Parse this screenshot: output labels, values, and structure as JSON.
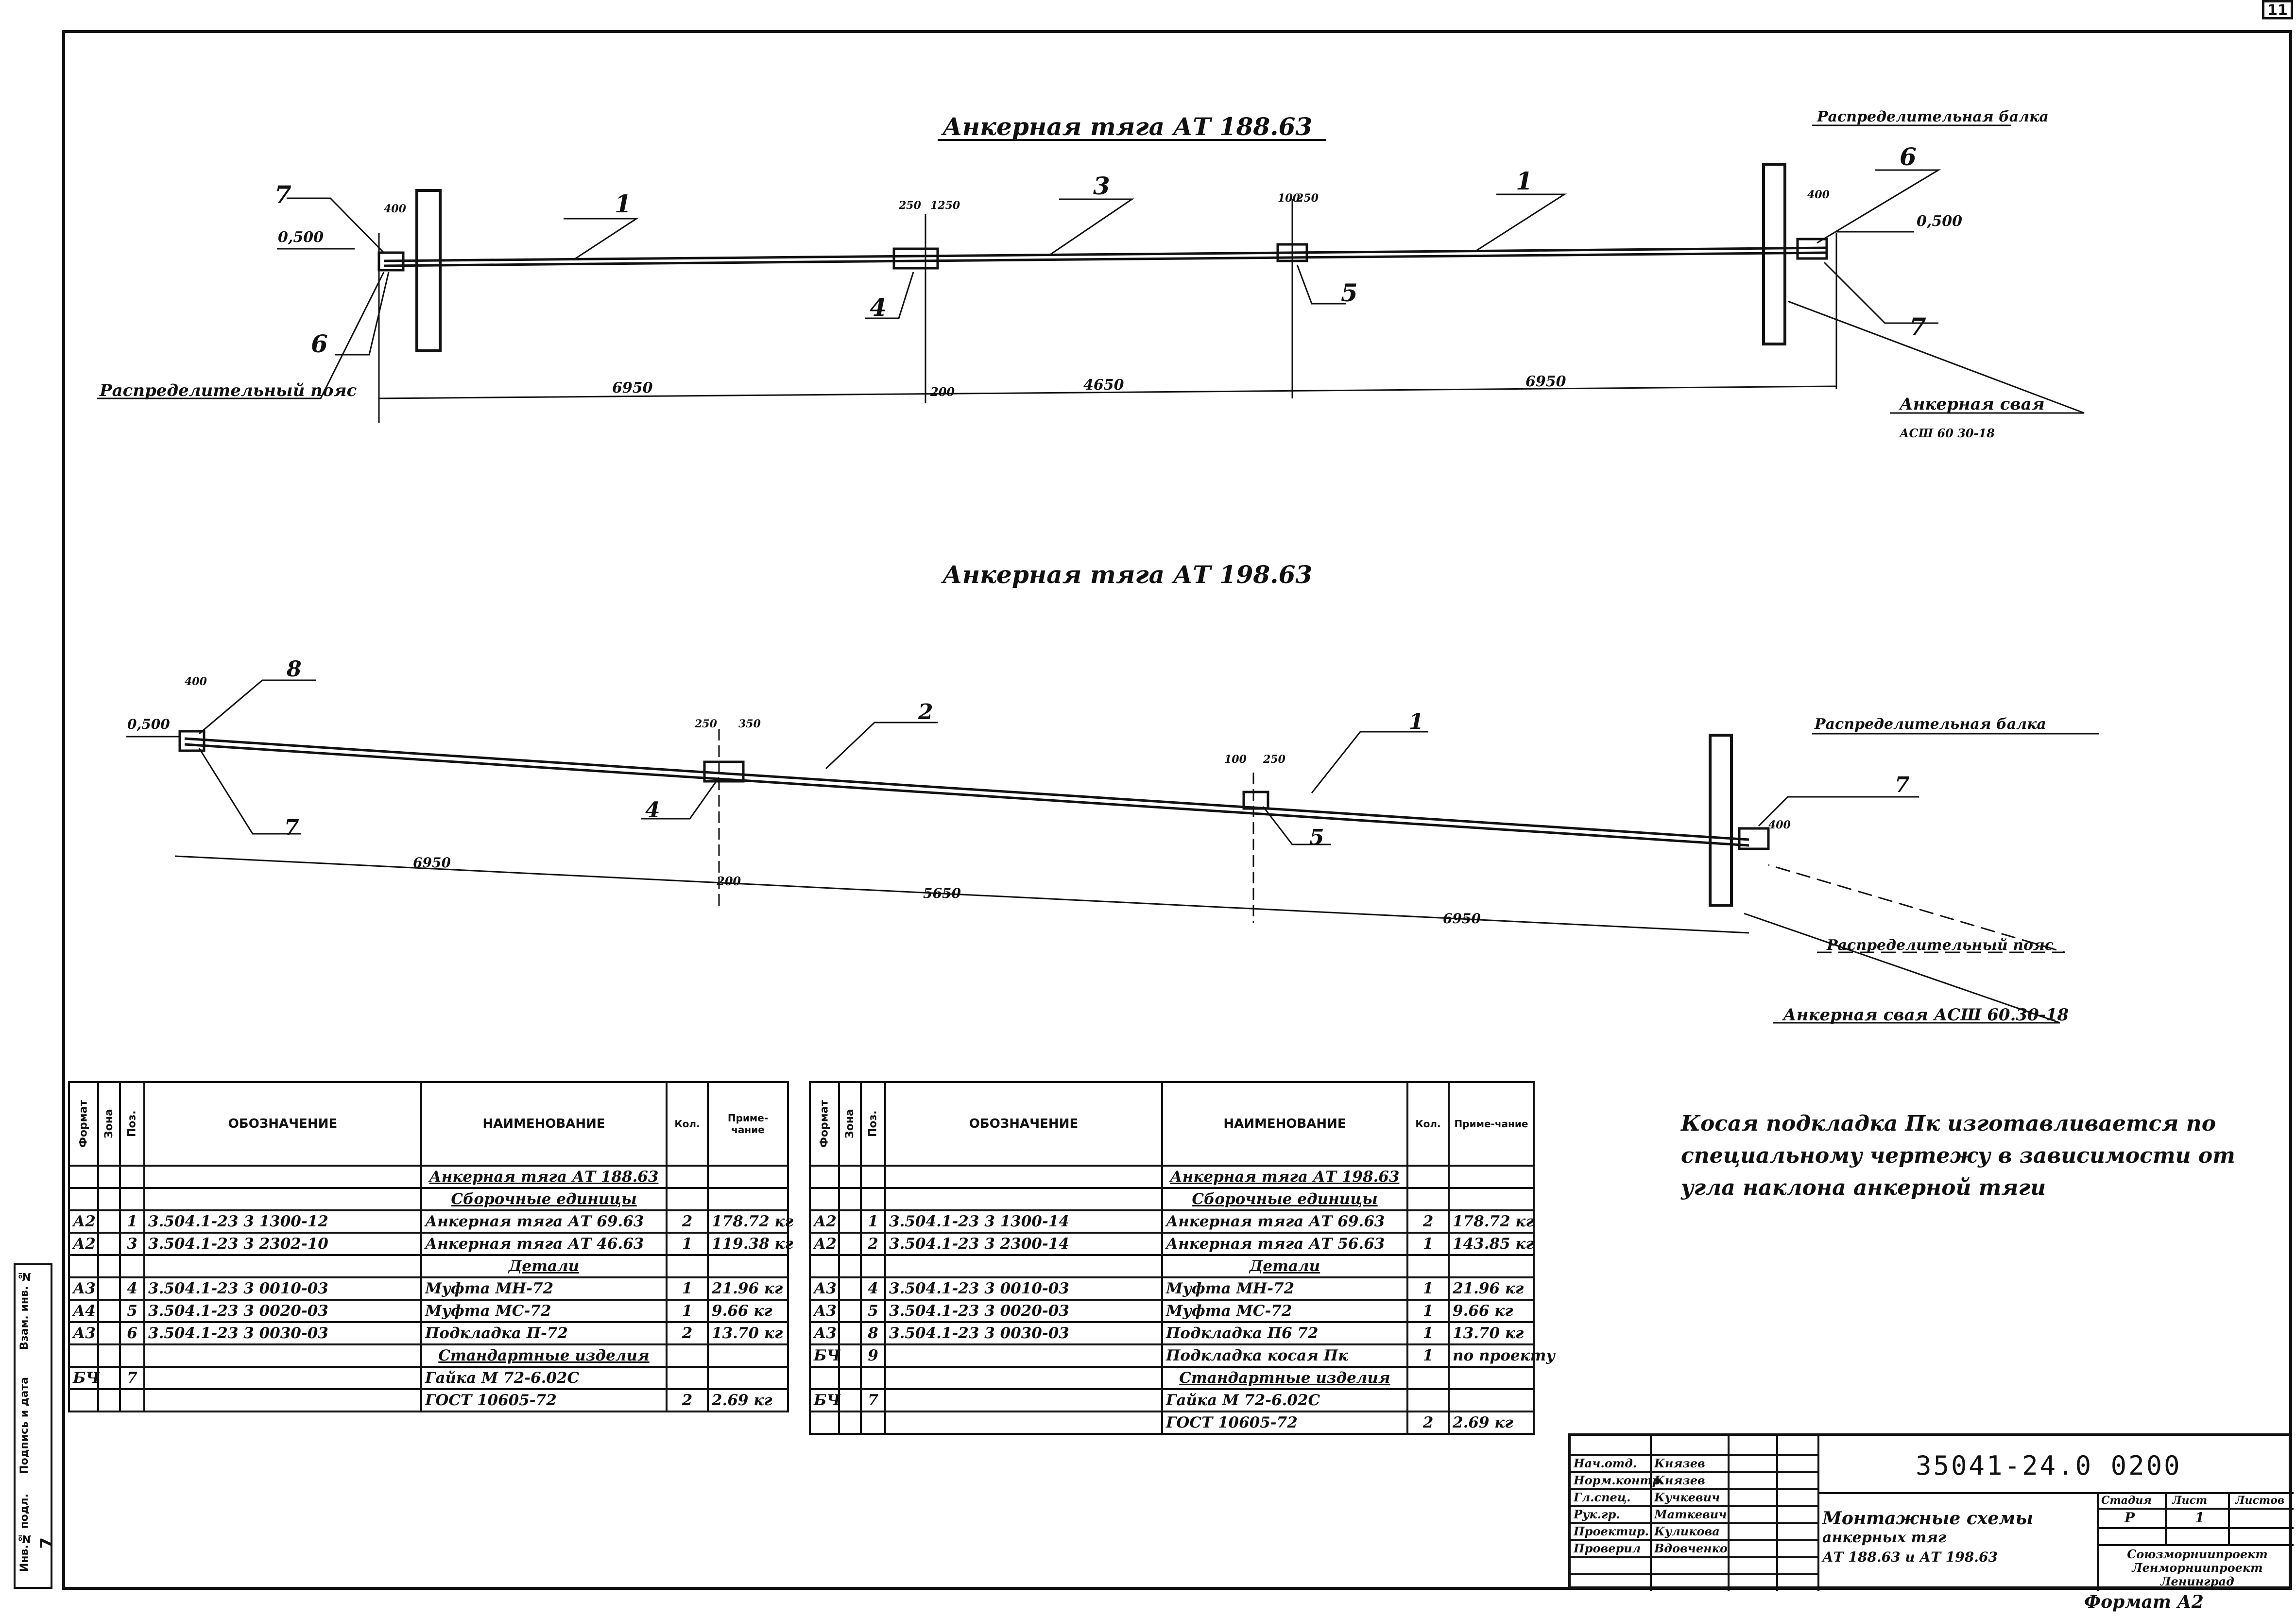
{
  "sheet_number": "11",
  "drawing1": {
    "title": "Анкерная тяга АТ 188.63",
    "level_left": "0,500",
    "level_right": "0,500",
    "callouts": [
      "7",
      "1",
      "3",
      "1",
      "6",
      "4",
      "5",
      "6",
      "7"
    ],
    "small_dims": [
      "400",
      "250",
      "1250",
      "100",
      "250",
      "400"
    ],
    "dims": [
      "6950",
      "200",
      "4650",
      "6950"
    ],
    "label_beam": "Распределительная балка",
    "label_belt": "Распределительный пояс",
    "label_pile": "Анкерная свая",
    "label_pile_code": "АСШ 60 30-18"
  },
  "drawing2": {
    "title": "Анкерная тяга АТ 198.63",
    "level_left": "0,500",
    "callouts": [
      "8",
      "7",
      "4",
      "2",
      "1",
      "5",
      "7"
    ],
    "small_dims": [
      "400",
      "250",
      "350",
      "100",
      "250",
      "400"
    ],
    "dims": [
      "6950",
      "200",
      "5650",
      "6950"
    ],
    "label_beam": "Распределительная балка",
    "label_belt": "Распределительный пояс",
    "label_pile": "Анкерная свая АСШ 60.30-18"
  },
  "note": [
    "Косая подкладка Пк изготавливается по",
    "специальному чертежу в зависимости от",
    "угла наклона анкерной тяги"
  ],
  "spec_headers": {
    "format": "Формат",
    "zone": "Зона",
    "pos": "Поз.",
    "designation": "ОБОЗНАЧЕНИЕ",
    "name": "НАИМЕНОВАНИЕ",
    "qty": "Кол.",
    "note": "Приме-чание"
  },
  "spec_left": [
    {
      "f": "",
      "p": "",
      "d": "",
      "n": "Анкерная тяга АТ 188.63",
      "q": "",
      "r": "",
      "u": true
    },
    {
      "f": "",
      "p": "",
      "d": "",
      "n": "Сборочные единицы",
      "q": "",
      "r": "",
      "u": true
    },
    {
      "f": "А2",
      "p": "1",
      "d": "3.504.1-23  3  1300-12",
      "n": "Анкерная тяга АТ 69.63",
      "q": "2",
      "r": "178.72 кг",
      "u": false
    },
    {
      "f": "А2",
      "p": "3",
      "d": "3.504.1-23  3  2302-10",
      "n": "Анкерная тяга АТ 46.63",
      "q": "1",
      "r": "119.38 кг",
      "u": false
    },
    {
      "f": "",
      "p": "",
      "d": "",
      "n": "Детали",
      "q": "",
      "r": "",
      "u": true
    },
    {
      "f": "А3",
      "p": "4",
      "d": "3.504.1-23  3  0010-03",
      "n": "Муфта  МН-72",
      "q": "1",
      "r": "21.96 кг",
      "u": false
    },
    {
      "f": "А4",
      "p": "5",
      "d": "3.504.1-23  3  0020-03",
      "n": "Муфта  МС-72",
      "q": "1",
      "r": "9.66 кг",
      "u": false
    },
    {
      "f": "А3",
      "p": "6",
      "d": "3.504.1-23  3  0030-03",
      "n": "Подкладка  П-72",
      "q": "2",
      "r": "13.70 кг",
      "u": false
    },
    {
      "f": "",
      "p": "",
      "d": "",
      "n": "Стандартные изделия",
      "q": "",
      "r": "",
      "u": true
    },
    {
      "f": "БЧ",
      "p": "7",
      "d": "",
      "n": "Гайка  М 72-6.02С",
      "q": "",
      "r": "",
      "u": false
    },
    {
      "f": "",
      "p": "",
      "d": "",
      "n": "ГОСТ 10605-72",
      "q": "2",
      "r": "2.69 кг",
      "u": false
    }
  ],
  "spec_right": [
    {
      "f": "",
      "p": "",
      "d": "",
      "n": "Анкерная тяга АТ 198.63",
      "q": "",
      "r": "",
      "u": true
    },
    {
      "f": "",
      "p": "",
      "d": "",
      "n": "Сборочные единицы",
      "q": "",
      "r": "",
      "u": true
    },
    {
      "f": "А2",
      "p": "1",
      "d": "3.504.1-23  3  1300-14",
      "n": "Анкерная тяга АТ 69.63",
      "q": "2",
      "r": "178.72 кг",
      "u": false
    },
    {
      "f": "А2",
      "p": "2",
      "d": "3.504.1-23  3  2300-14",
      "n": "Анкерная тяга АТ 56.63",
      "q": "1",
      "r": "143.85 кг",
      "u": false
    },
    {
      "f": "",
      "p": "",
      "d": "",
      "n": "Детали",
      "q": "",
      "r": "",
      "u": true
    },
    {
      "f": "А3",
      "p": "4",
      "d": "3.504.1-23  3  0010-03",
      "n": "Муфта  МН-72",
      "q": "1",
      "r": "21.96 кг",
      "u": false
    },
    {
      "f": "А3",
      "p": "5",
      "d": "3.504.1-23  3  0020-03",
      "n": "Муфта  МС-72",
      "q": "1",
      "r": "9.66 кг",
      "u": false
    },
    {
      "f": "А3",
      "p": "8",
      "d": "3.504.1-23  3  0030-03",
      "n": "Подкладка  П6 72",
      "q": "1",
      "r": "13.70 кг",
      "u": false
    },
    {
      "f": "БЧ",
      "p": "9",
      "d": "",
      "n": "Подкладка косая Пк",
      "q": "1",
      "r": "по проекту",
      "u": false
    },
    {
      "f": "",
      "p": "",
      "d": "",
      "n": "Стандартные изделия",
      "q": "",
      "r": "",
      "u": true
    },
    {
      "f": "БЧ",
      "p": "7",
      "d": "",
      "n": "Гайка  М 72-6.02С",
      "q": "",
      "r": "",
      "u": false
    },
    {
      "f": "",
      "p": "",
      "d": "",
      "n": "ГОСТ 10605-72",
      "q": "2",
      "r": "2.69 кг",
      "u": false
    }
  ],
  "side_stamp": [
    "Инв.№ подл.",
    "Подпись и дата",
    "Взам. инв. №"
  ],
  "side_stamp_value": "7",
  "title_block": {
    "code": "35041-24.0 0200",
    "roles": [
      {
        "role": "Нач.отд.",
        "name": "Князев"
      },
      {
        "role": "Норм.контр.",
        "name": "Князев"
      },
      {
        "role": "Гл.спец.",
        "name": "Кучкевич"
      },
      {
        "role": "Рук.гр.",
        "name": "Маткевич"
      },
      {
        "role": "Проектир.",
        "name": "Куликова"
      },
      {
        "role": "Проверил",
        "name": "Вдовченко"
      }
    ],
    "desc": [
      "Монтажные схемы",
      "анкерных тяг",
      "АТ 188.63 и АТ 198.63"
    ],
    "stage_label": "Стадия",
    "sheet_label": "Лист",
    "sheets_label": "Листов",
    "stage": "Р",
    "sheet": "1",
    "org": [
      "Союзморниипроект",
      "Ленморниипроект",
      "Ленинград"
    ]
  },
  "format_label": "Формат А2"
}
